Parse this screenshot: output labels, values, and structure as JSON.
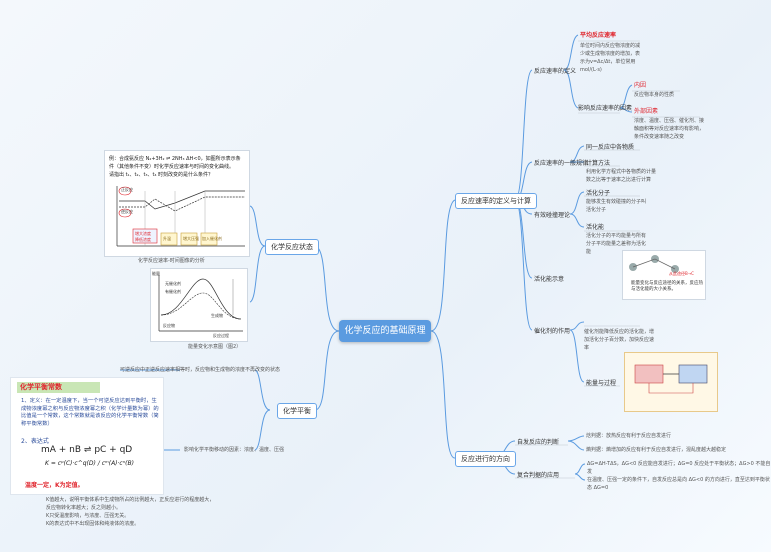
{
  "root": "化学反应的基础原理",
  "branches": {
    "rate": "反应速率的定义与计算",
    "direction": "反应进行的方向",
    "equilibrium": "化学平衡",
    "reaction_state": "化学反应状态"
  },
  "rate_sub": {
    "a": "反应速率的定义",
    "a_red": "平均反应速率",
    "a_text": "单位时间内反应物浓度的减少或生成物浓度的增加，表示为v=Δc/Δt，单位常用mol/(L·s)",
    "b": "影响反应速率的因素",
    "b_red1": "内因",
    "b_t1": "反应物本身的性质",
    "b_red2": "外部因素",
    "b_t2": "浓度、温度、压强、催化剂、接触面积等对反应速率均有影响，条件改变速率随之改变",
    "c": "反应速率的一般规律",
    "c1": "同一反应中各物质",
    "c2": "计算方法",
    "c2_t": "利用化学方程式中各物质的计量数之比等于速率之比进行计算",
    "d": "有效碰撞理论",
    "d1": "活化分子",
    "d1_t": "能够发生有效碰撞的分子叫活化分子",
    "d2": "活化能",
    "d2_t": "活化分子的平均能量与所有分子平均能量之差称为活化能",
    "e": "活化能示意",
    "e_img1": "从此途径B→C",
    "e_img2": "能量变化与反应途径的关系，反应热与活化能的大小关系。",
    "f": "催化剂的作用",
    "f_t": "催化剂能降低反应的活化能，增加活化分子百分数，加快反应速率",
    "g": "能量与过程"
  },
  "direction_sub": {
    "a": "自发反应的判断",
    "a1": "焓判据：放热反应有利于反应自发进行",
    "a2": "熵判据：熵增加的反应有利于反应自发进行，混乱度越大越稳定",
    "b": "复合判据的应用",
    "b1": "ΔG=ΔH-TΔS，ΔG<0 反应能自发进行；ΔG=0 反应处于平衡状态；ΔG>0 不能自发",
    "b2": "在温度、压强一定的条件下，自发反应总是向 ΔG<0 的方向进行，直至达到平衡状态 ΔG=0"
  },
  "equilibrium_sub": {
    "a": "可逆反应中正逆反应速率相等时，反应物和生成物的浓度不再改变的状态",
    "b": "影响化学平衡移动的因素：浓度、温度、压强"
  },
  "state_panel": {
    "text1": "例：合成氨反应 N₂+3H₂ ⇌ 2NH₃ ΔH<0，如图所示表示条件（其他条件不变）时化学反应速率与时间的变化曲线。",
    "text2": "请指出 t₁、t₂、t₃、t₄ 时刻改变的是什么条件？",
    "cap1": "化学反应速率-时间图像的分析",
    "cap2": "能量变化示意图（图2）",
    "g_top1": "正反应",
    "g_top2": "逆反应",
    "g_lbl1": "增大浓度",
    "g_lbl2": "降低浓度",
    "g_lbl3": "升温",
    "g_lbl4": "增大压强",
    "g_lbl5": "加入催化剂",
    "e_lbl1": "无催化剂",
    "e_lbl2": "有催化剂",
    "e_lbl3": "生成物",
    "e_lbl4": "反应物",
    "e_lbl5": "反应过程",
    "e_lbl6": "能量"
  },
  "k_panel": {
    "title": "化学平衡常数",
    "def": "1、定义：在一定温度下，当一个可逆反应达到平衡时，生成物浓度幂之积与反应物浓度幂之积（化学计量数为幂）的比值是一个常数，这个常数就是该反应的化学平衡常数（简称平衡常数）",
    "expr": "2、表达式",
    "eq": "mA + nB ⇌ pC + qD",
    "k": "K = cᵖ(C)·c^q(D) / cᵐ(A)·cⁿ(B)",
    "note": "温度一定，K为定值。",
    "foot1": "K值越大，说明平衡体系中生成物所占的比例越大，正反应进行的程度越大，",
    "foot2": "反应物转化率越大；反之则越小。",
    "foot3": "K只受温度影响，与浓度、压强无关。",
    "foot4": "K的表达式中不出现固体和纯液体的浓度。"
  }
}
